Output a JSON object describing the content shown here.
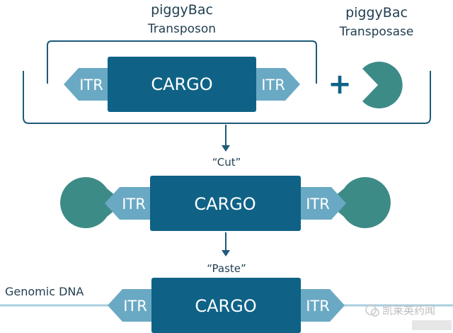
{
  "top": {
    "transposon_title": "piggyBac",
    "transposon_subtitle": "Transposon",
    "transposase_title": "piggyBac",
    "transposase_subtitle": "Transposase",
    "itr_left": "ITR",
    "cargo": "CARGO",
    "itr_right": "ITR",
    "plus": "+"
  },
  "cut": {
    "label": "“Cut”",
    "itr_left": "ITR",
    "cargo": "CARGO",
    "itr_right": "ITR"
  },
  "paste": {
    "label": "“Paste”",
    "dna_label": "Genomic DNA",
    "itr_left": "ITR",
    "cargo": "CARGO",
    "itr_right": "ITR"
  },
  "watermark": {
    "text": "凯莱英药闻"
  },
  "colors": {
    "cargo": "#0f6286",
    "itr": "#6aa9c4",
    "transposase": "#3d8b87",
    "text_dark": "#1f3d4f",
    "line": "#1e5a7a",
    "dna": "#a9cfe0"
  }
}
